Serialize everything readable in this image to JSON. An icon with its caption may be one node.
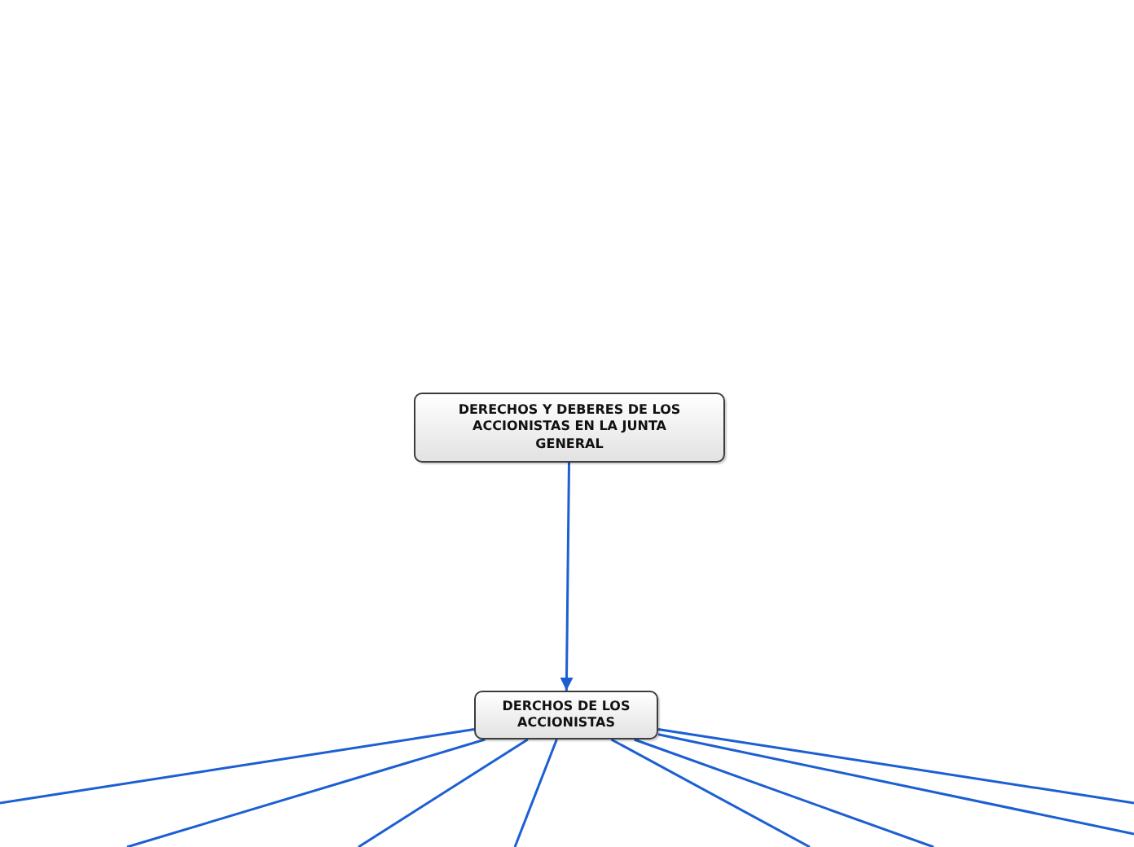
{
  "diagram": {
    "nodes": [
      {
        "text": [
          "DERECHOS Y DEBERES DE LOS ACCIONISTAS EN LA JUNTA GENERAL"
        ]
      },
      {
        "text": [
          "DERCHOS DE LOS ACCIONISTAS"
        ]
      }
    ],
    "edges": [
      {
        "from": 0,
        "to": 1,
        "arrow": "to"
      },
      {
        "from": 1,
        "to": null,
        "arrow": "none"
      },
      {
        "from": 1,
        "to": null,
        "arrow": "none"
      },
      {
        "from": 1,
        "to": null,
        "arrow": "none"
      },
      {
        "from": 1,
        "to": null,
        "arrow": "none"
      },
      {
        "from": 1,
        "to": null,
        "arrow": "none"
      },
      {
        "from": 1,
        "to": null,
        "arrow": "none"
      },
      {
        "from": 1,
        "to": null,
        "arrow": "none"
      },
      {
        "from": 1,
        "to": null,
        "arrow": "none"
      }
    ]
  }
}
